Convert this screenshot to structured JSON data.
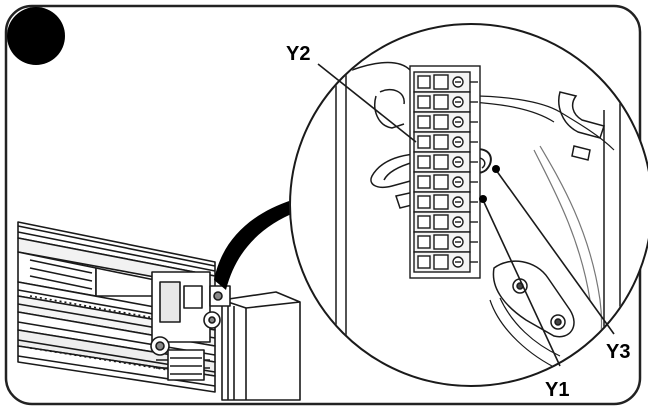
{
  "figure": {
    "step_marker": {
      "shape": "filled-circle",
      "color": "#000000"
    },
    "callouts": {
      "y1": "Y1",
      "y2": "Y2",
      "y3": "Y3"
    },
    "colors": {
      "stroke": "#1a1a1a",
      "panel_border": "#222222",
      "background": "#ffffff"
    }
  }
}
